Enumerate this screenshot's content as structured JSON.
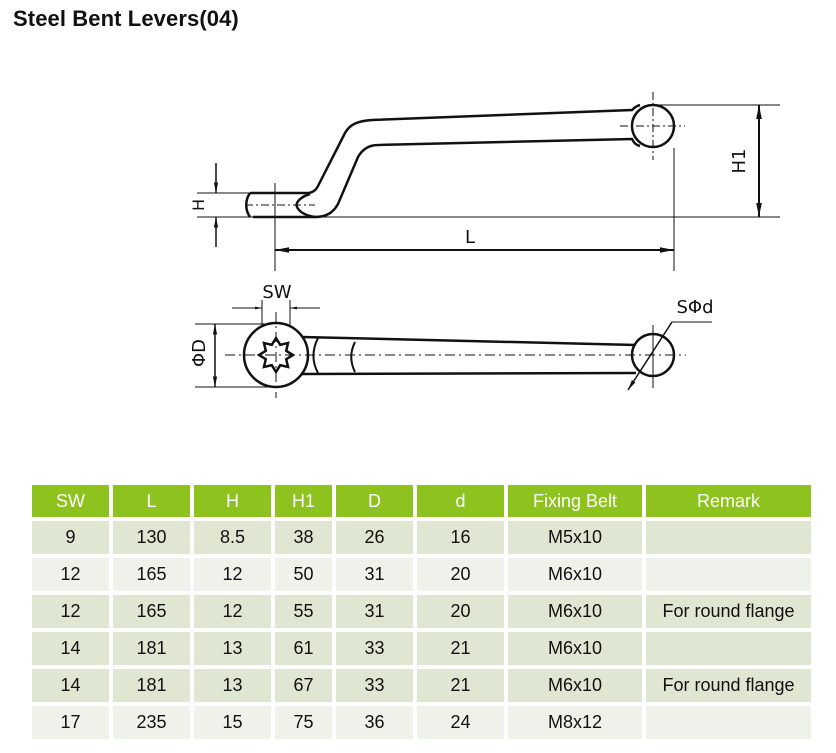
{
  "title": "Steel Bent Levers(04)",
  "drawing": {
    "labels": {
      "H": "H",
      "H1": "H1",
      "L": "L",
      "SW": "SW",
      "D": "ΦD",
      "d": "SΦd"
    }
  },
  "table": {
    "headers": [
      "SW",
      "L",
      "H",
      "H1",
      "D",
      "d",
      "Fixing Belt",
      "Remark"
    ],
    "rows": [
      {
        "shade": "dark",
        "cells": [
          "9",
          "130",
          "8.5",
          "38",
          "26",
          "16",
          "M5x10",
          ""
        ]
      },
      {
        "shade": "light",
        "cells": [
          "12",
          "165",
          "12",
          "50",
          "31",
          "20",
          "M6x10",
          ""
        ]
      },
      {
        "shade": "dark",
        "cells": [
          "12",
          "165",
          "12",
          "55",
          "31",
          "20",
          "M6x10",
          "For round flange"
        ]
      },
      {
        "shade": "dark",
        "cells": [
          "14",
          "181",
          "13",
          "61",
          "33",
          "21",
          "M6x10",
          ""
        ]
      },
      {
        "shade": "dark",
        "cells": [
          "14",
          "181",
          "13",
          "67",
          "33",
          "21",
          "M6x10",
          "For round flange"
        ]
      },
      {
        "shade": "light",
        "cells": [
          "17",
          "235",
          "15",
          "75",
          "36",
          "24",
          "M8x12",
          ""
        ]
      }
    ]
  },
  "colors": {
    "header_bg": "#8dc21f",
    "header_text": "#ffffff",
    "row_dark": "#dfe7d3",
    "row_light": "#eff2ea"
  }
}
